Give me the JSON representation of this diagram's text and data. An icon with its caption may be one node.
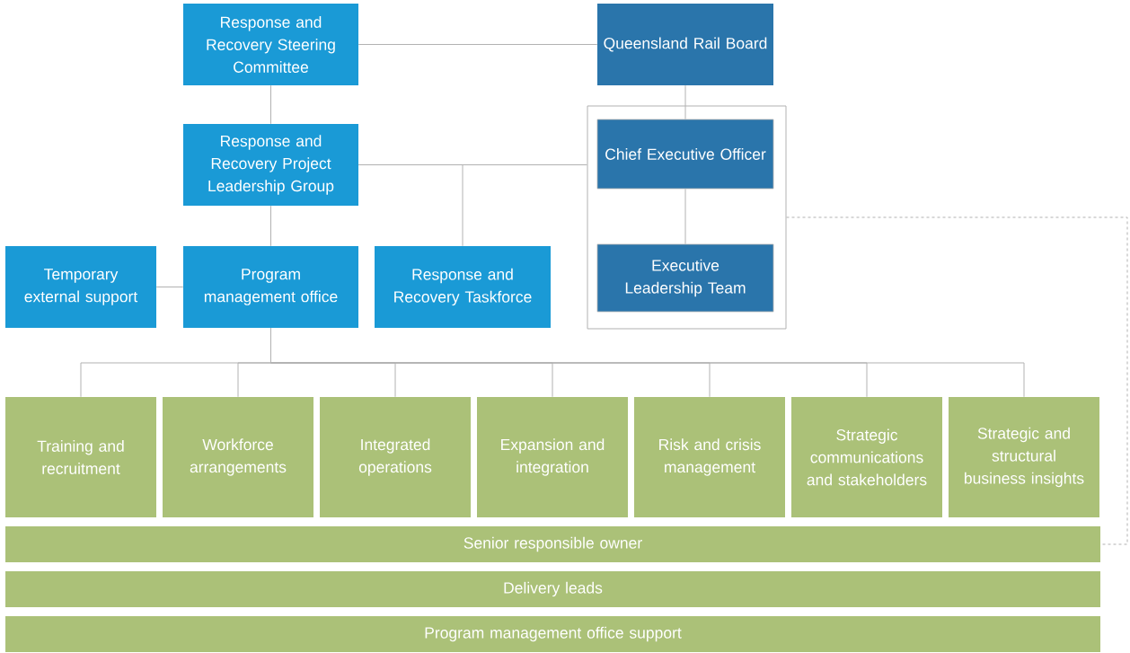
{
  "diagram": {
    "nodes": [
      {
        "text": [
          "Response and Recovery Steering Committee"
        ]
      },
      {
        "text": [
          "Queensland Rail Board"
        ]
      },
      {
        "text": [],
        "shape": "box"
      },
      {
        "text": [
          "Chief Executive Officer"
        ],
        "in": 2
      },
      {
        "text": [
          "Executive Leadership Team"
        ],
        "in": 2
      },
      {
        "text": [
          "Response and Recovery Project Leadership Group"
        ]
      },
      {
        "text": [
          "Temporary external support"
        ]
      },
      {
        "text": [
          "Program management office"
        ]
      },
      {
        "text": [
          "Response and Recovery Taskforce"
        ]
      },
      {
        "text": [
          "Training and recruitment"
        ]
      },
      {
        "text": [
          "Workforce arrangements"
        ]
      },
      {
        "text": [
          "Integrated operations"
        ]
      },
      {
        "text": [
          "Expansion and integration"
        ]
      },
      {
        "text": [
          "Risk and crisis management"
        ]
      },
      {
        "text": [
          "Strategic communications and stakeholders"
        ]
      },
      {
        "text": [
          "Strategic and structural business insights"
        ]
      },
      {
        "text": [
          "Senior responsible owner"
        ]
      },
      {
        "text": [
          "Delivery leads"
        ]
      },
      {
        "text": [
          "Program management office support"
        ]
      }
    ],
    "edges": [
      {
        "from": 0,
        "to": 1,
        "arrow": "none"
      },
      {
        "from": 0,
        "to": 5,
        "arrow": "none"
      },
      {
        "from": 1,
        "to": 3,
        "arrow": "none"
      },
      {
        "from": 3,
        "to": 4,
        "arrow": "none"
      },
      {
        "from": 5,
        "to": 2,
        "arrow": "none"
      },
      {
        "from": 5,
        "to": 8,
        "arrow": "none"
      },
      {
        "from": 5,
        "to": 7,
        "arrow": "none"
      },
      {
        "from": 6,
        "to": 7,
        "arrow": "none"
      },
      {
        "from": 7,
        "to": 9,
        "arrow": "none"
      },
      {
        "from": 7,
        "to": 10,
        "arrow": "none"
      },
      {
        "from": 7,
        "to": 11,
        "arrow": "none"
      },
      {
        "from": 7,
        "to": 12,
        "arrow": "none"
      },
      {
        "from": 7,
        "to": 13,
        "arrow": "none"
      },
      {
        "from": 7,
        "to": 14,
        "arrow": "none"
      },
      {
        "from": 7,
        "to": 15,
        "arrow": "none"
      },
      {
        "from": 2,
        "to": 16,
        "arrow": "none",
        "style": "dashed"
      }
    ]
  }
}
